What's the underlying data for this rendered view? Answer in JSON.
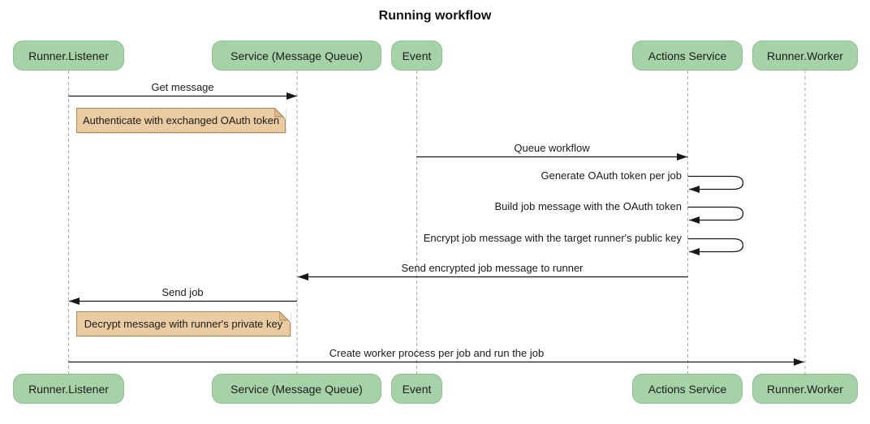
{
  "title": "Running workflow",
  "colors": {
    "actor_fill": "#A6D2A8",
    "actor_border": "#8FBF92",
    "note_fill": "#EBCBA2",
    "note_border": "#A98A52",
    "line": "#181818",
    "lifeline": "#A9A9A9"
  },
  "participants": [
    {
      "label": "Runner.Listener"
    },
    {
      "label": "Service (Message Queue)"
    },
    {
      "label": "Event"
    },
    {
      "label": "Actions Service"
    },
    {
      "label": "Runner.Worker"
    }
  ],
  "messages": [
    {
      "type": "arrow",
      "label": "Get message",
      "from": "Runner.Listener",
      "to": "Service (Message Queue)"
    },
    {
      "type": "note",
      "label": "Authenticate with exchanged OAuth token",
      "over": "Runner.Listener"
    },
    {
      "type": "arrow",
      "label": "Queue workflow",
      "from": "Event",
      "to": "Actions Service"
    },
    {
      "type": "self",
      "label": "Generate OAuth token per job",
      "from": "Actions Service",
      "to": "Actions Service"
    },
    {
      "type": "self",
      "label": "Build job message with the OAuth token",
      "from": "Actions Service",
      "to": "Actions Service"
    },
    {
      "type": "self",
      "label": "Encrypt job message with the target runner's public key",
      "from": "Actions Service",
      "to": "Actions Service"
    },
    {
      "type": "arrow",
      "label": "Send encrypted job message to runner",
      "from": "Actions Service",
      "to": "Service (Message Queue)"
    },
    {
      "type": "arrow",
      "label": "Send job",
      "from": "Service (Message Queue)",
      "to": "Runner.Listener"
    },
    {
      "type": "note",
      "label": "Decrypt message with runner's private key",
      "over": "Runner.Listener"
    },
    {
      "type": "arrow",
      "label": "Create worker process per job and run the job",
      "from": "Runner.Listener",
      "to": "Runner.Worker"
    }
  ]
}
